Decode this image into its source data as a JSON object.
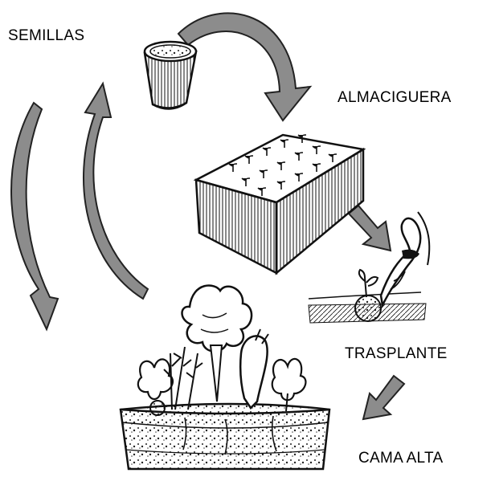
{
  "labels": {
    "seeds": "SEMILLAS",
    "seedbed": "ALMACIGUERA",
    "transplant": "TRASPLANTE",
    "raised_bed": "CAMA ALTA"
  },
  "colors": {
    "arrow_fill": "#8c8c8c",
    "ink": "#111111",
    "background": "#ffffff"
  }
}
